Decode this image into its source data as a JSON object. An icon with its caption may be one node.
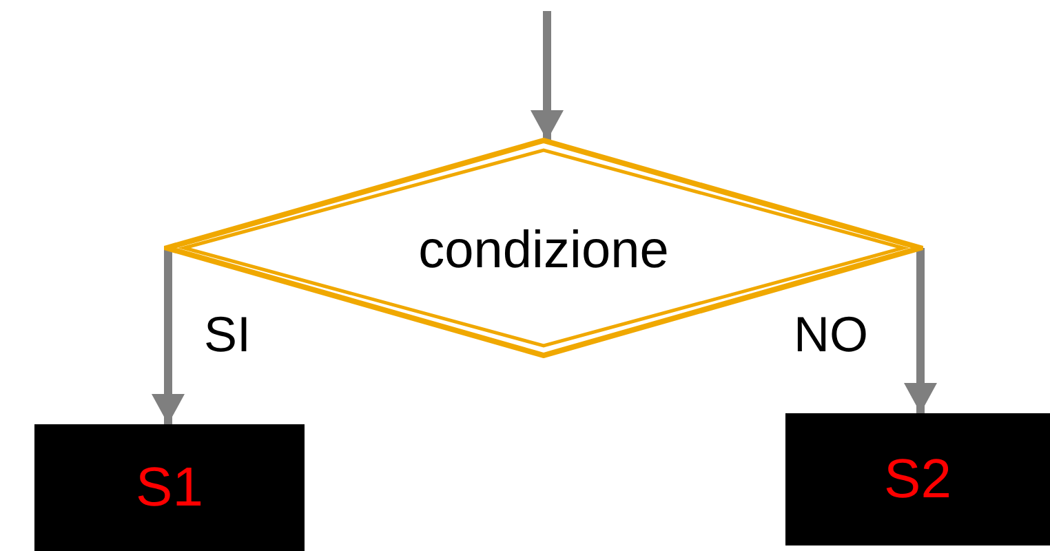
{
  "diagram": {
    "nodes": [
      {
        "text": [
          "condizione"
        ]
      },
      {
        "text": [
          "S1"
        ]
      },
      {
        "text": [
          "S2"
        ]
      }
    ],
    "edges": [
      {
        "from": null,
        "to": 0,
        "arrow": "to"
      },
      {
        "from": 0,
        "to": 1,
        "arrow": "to",
        "label": "SI"
      },
      {
        "from": 0,
        "to": 2,
        "arrow": "to",
        "label": "NO"
      }
    ]
  }
}
